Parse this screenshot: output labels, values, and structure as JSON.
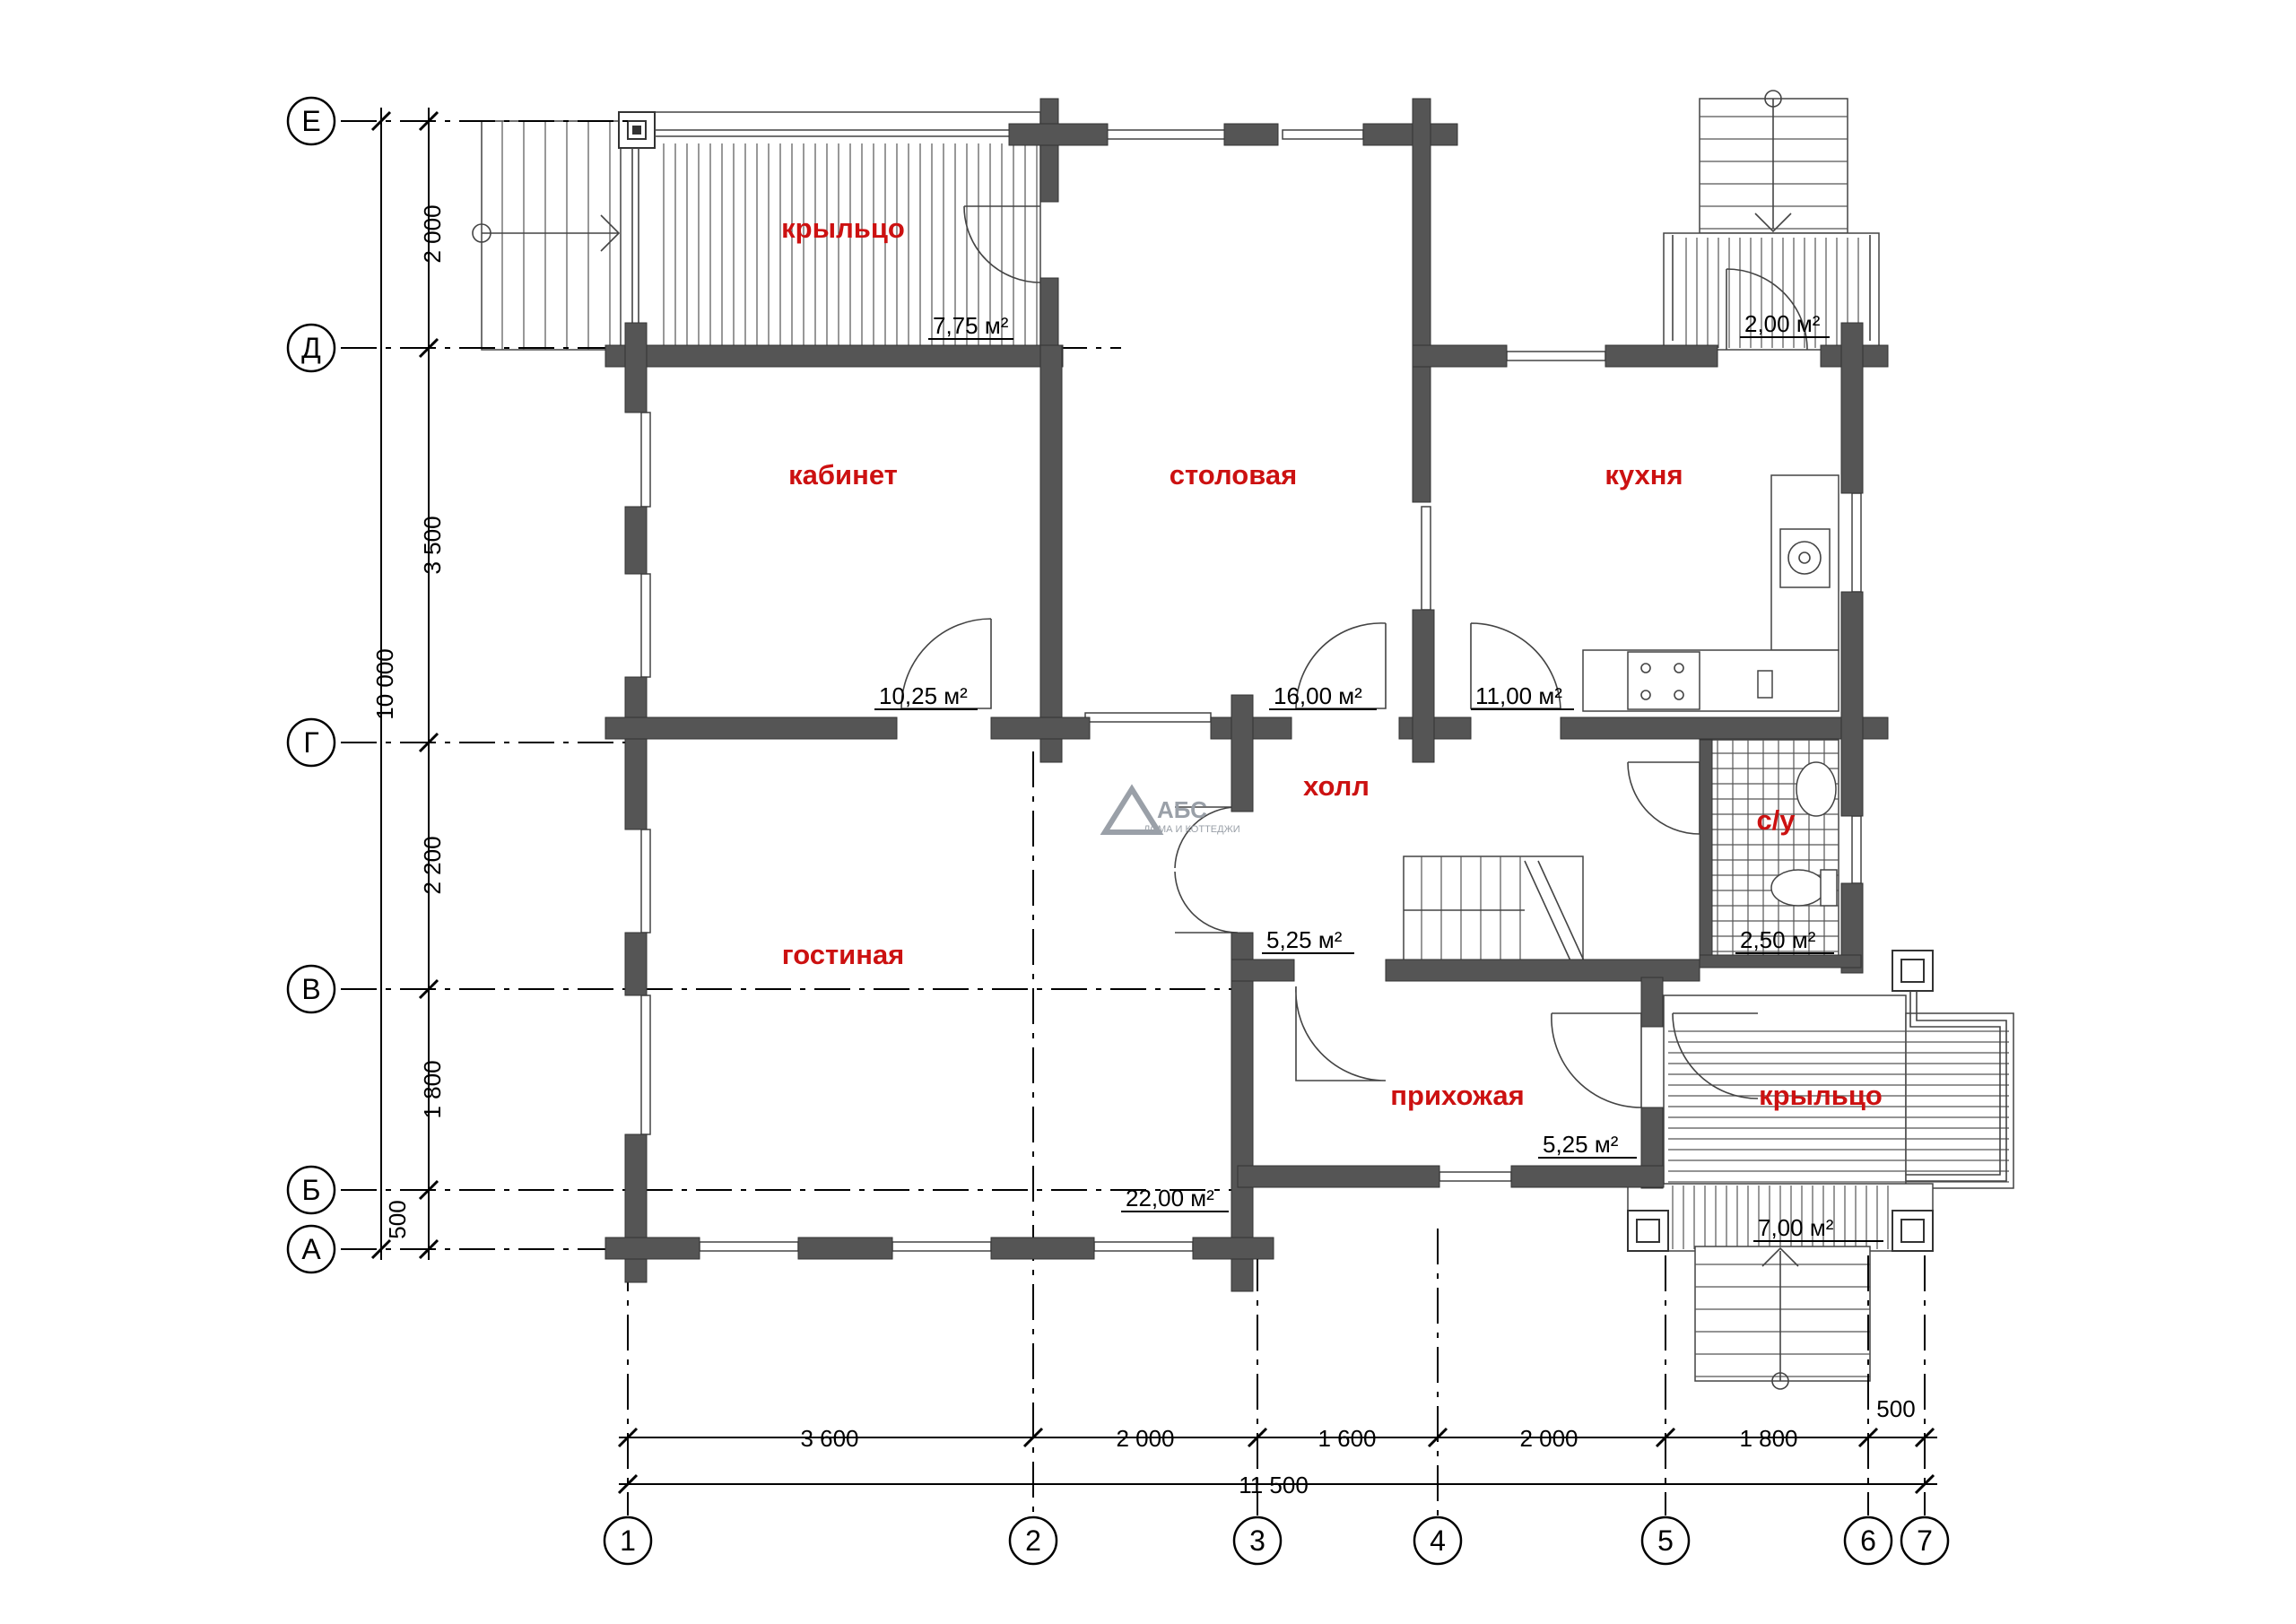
{
  "plan": {
    "axes_letters": [
      "Е",
      "Д",
      "Г",
      "В",
      "Б",
      "А"
    ],
    "axes_numbers": [
      "1",
      "2",
      "3",
      "4",
      "5",
      "6",
      "7"
    ],
    "dims_left": [
      "2 000",
      "3 500",
      "2 200",
      "1 800",
      "500"
    ],
    "dim_left_total": "10 000",
    "dims_bottom": [
      "3 600",
      "2 000",
      "1 600",
      "2 000",
      "1 800",
      "500"
    ],
    "dim_bottom_total": "11 500",
    "rooms": {
      "porch_top": "крыльцо",
      "study": "кабинет",
      "dining": "столовая",
      "kitchen": "кухня",
      "hall": "холл",
      "wc": "с/у",
      "living": "гостиная",
      "entrance": "прихожая",
      "porch_right": "крыльцо"
    },
    "areas": {
      "porch_top": "7,75 м²",
      "porch_kitchen": "2,00 м²",
      "study": "10,25 м²",
      "dining": "16,00 м²",
      "kitchen": "11,00 м²",
      "hall": "5,25 м²",
      "wc": "2,50 м²",
      "living": "22,00 м²",
      "entrance": "5,25 м²",
      "porch_right": "7,00 м²"
    },
    "logo": {
      "name": "АБС",
      "tagline": "ДОМА И КОТТЕДЖИ"
    }
  }
}
